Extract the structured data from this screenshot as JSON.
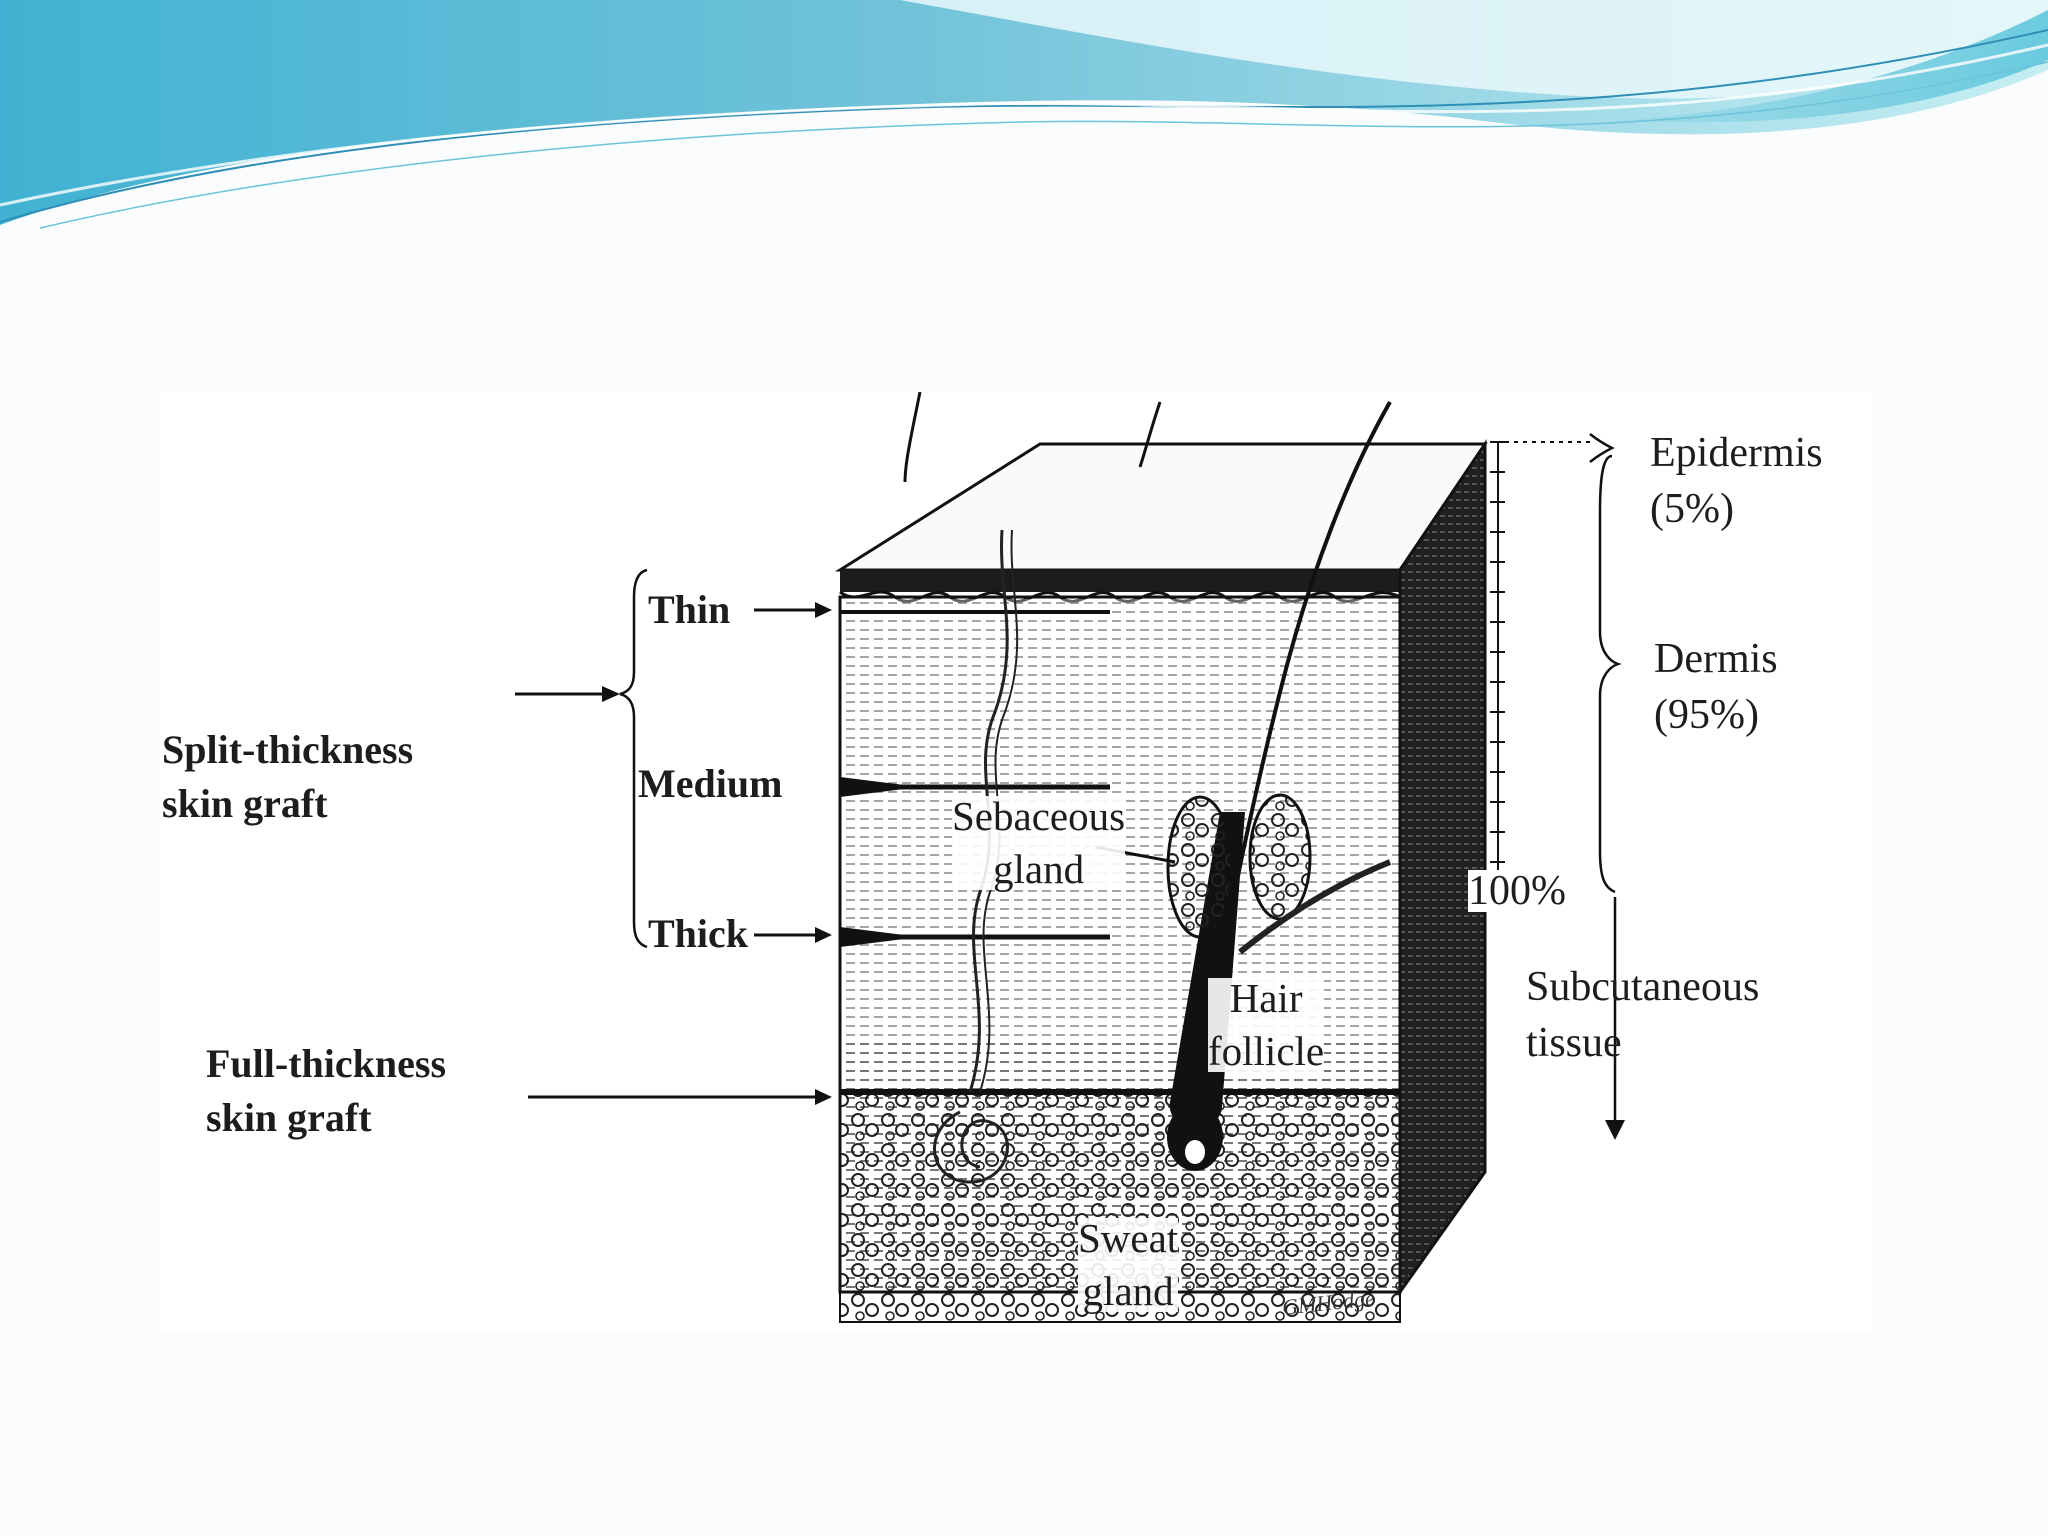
{
  "slide": {
    "theme_colors": {
      "wave_dark": "#3fa5c9",
      "wave_light": "#aee3ef",
      "ink": "#1d1d1d"
    }
  },
  "diagram": {
    "left_labels": {
      "split_thickness": [
        "Split-thickness",
        "skin graft"
      ],
      "full_thickness": [
        "Full-thickness",
        "skin graft"
      ]
    },
    "depth_labels": {
      "thin": "Thin",
      "medium": "Medium",
      "thick": "Thick"
    },
    "right_labels": {
      "epidermis": {
        "name": "Epidermis",
        "pct": "(5%)"
      },
      "dermis": {
        "name": "Dermis",
        "pct": "(95%)"
      },
      "hundred": "100%",
      "subcutaneous": [
        "Subcutaneous",
        "tissue"
      ]
    },
    "inner_labels": {
      "sebaceous": [
        "Sebaceous",
        "gland"
      ],
      "hair_follicle": [
        "Hair",
        "follicle"
      ],
      "sweat_gland": [
        "Sweat",
        "gland"
      ]
    },
    "signature": "GMHodge"
  }
}
